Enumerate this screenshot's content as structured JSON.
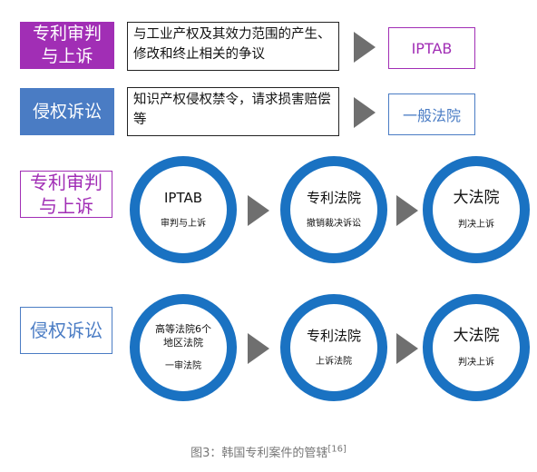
{
  "top_rows": [
    {
      "label": "专利审判\n与上诉",
      "description": "与工业产权及其效力范围的产生、修改和终止相关的争议",
      "result": "IPTAB"
    },
    {
      "label": "侵权诉讼",
      "description": "知识产权侵权禁令，请求损害赔偿等",
      "result": "一般法院"
    }
  ],
  "flows": [
    {
      "label": "专利审判\n与上诉",
      "circles": [
        {
          "title": "IPTAB",
          "subtitle": "审判与上诉"
        },
        {
          "title": "专利法院",
          "subtitle": "撤销裁决诉讼"
        },
        {
          "title": "大法院",
          "subtitle": "判决上诉"
        }
      ]
    },
    {
      "label": "侵权诉讼",
      "circles": [
        {
          "title": "高等法院6个\n地区法院",
          "subtitle": "一审法院"
        },
        {
          "title": "专利法院",
          "subtitle": "上诉法院"
        },
        {
          "title": "大法院",
          "subtitle": "判决上诉"
        }
      ]
    }
  ],
  "caption": {
    "text": "图3：韩国专利案件的管辖",
    "ref": "[16]"
  },
  "colors": {
    "purple": "#a12eb5",
    "blue": "#4a7cc4",
    "ring": "#1a72c2",
    "arrow": "#6f6f6f"
  }
}
